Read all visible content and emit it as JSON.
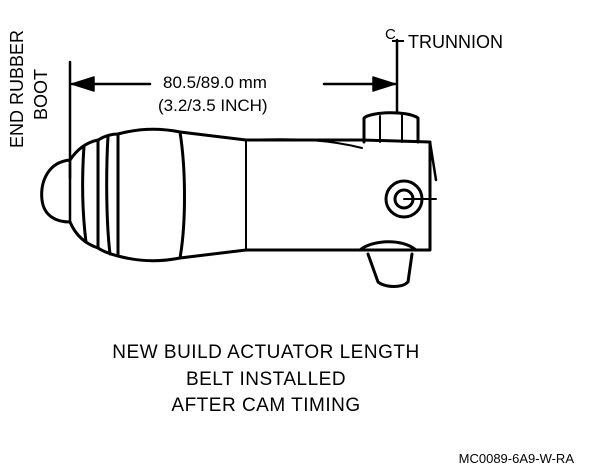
{
  "labels": {
    "end_rubber_line1": "END RUBBER",
    "end_rubber_line2": "BOOT",
    "trunnion": "TRUNNION",
    "centerline_symbol": "C",
    "dimension_metric": "80.5/89.0  mm",
    "dimension_imperial": "(3.2/3.5 INCH)"
  },
  "caption": {
    "line1": "NEW BUILD ACTUATOR LENGTH",
    "line2": "BELT INSTALLED",
    "line3": "AFTER CAM TIMING"
  },
  "figure_code": "MC0089-6A9-W-RA",
  "colors": {
    "ink": "#000000",
    "paper": "#ffffff"
  }
}
